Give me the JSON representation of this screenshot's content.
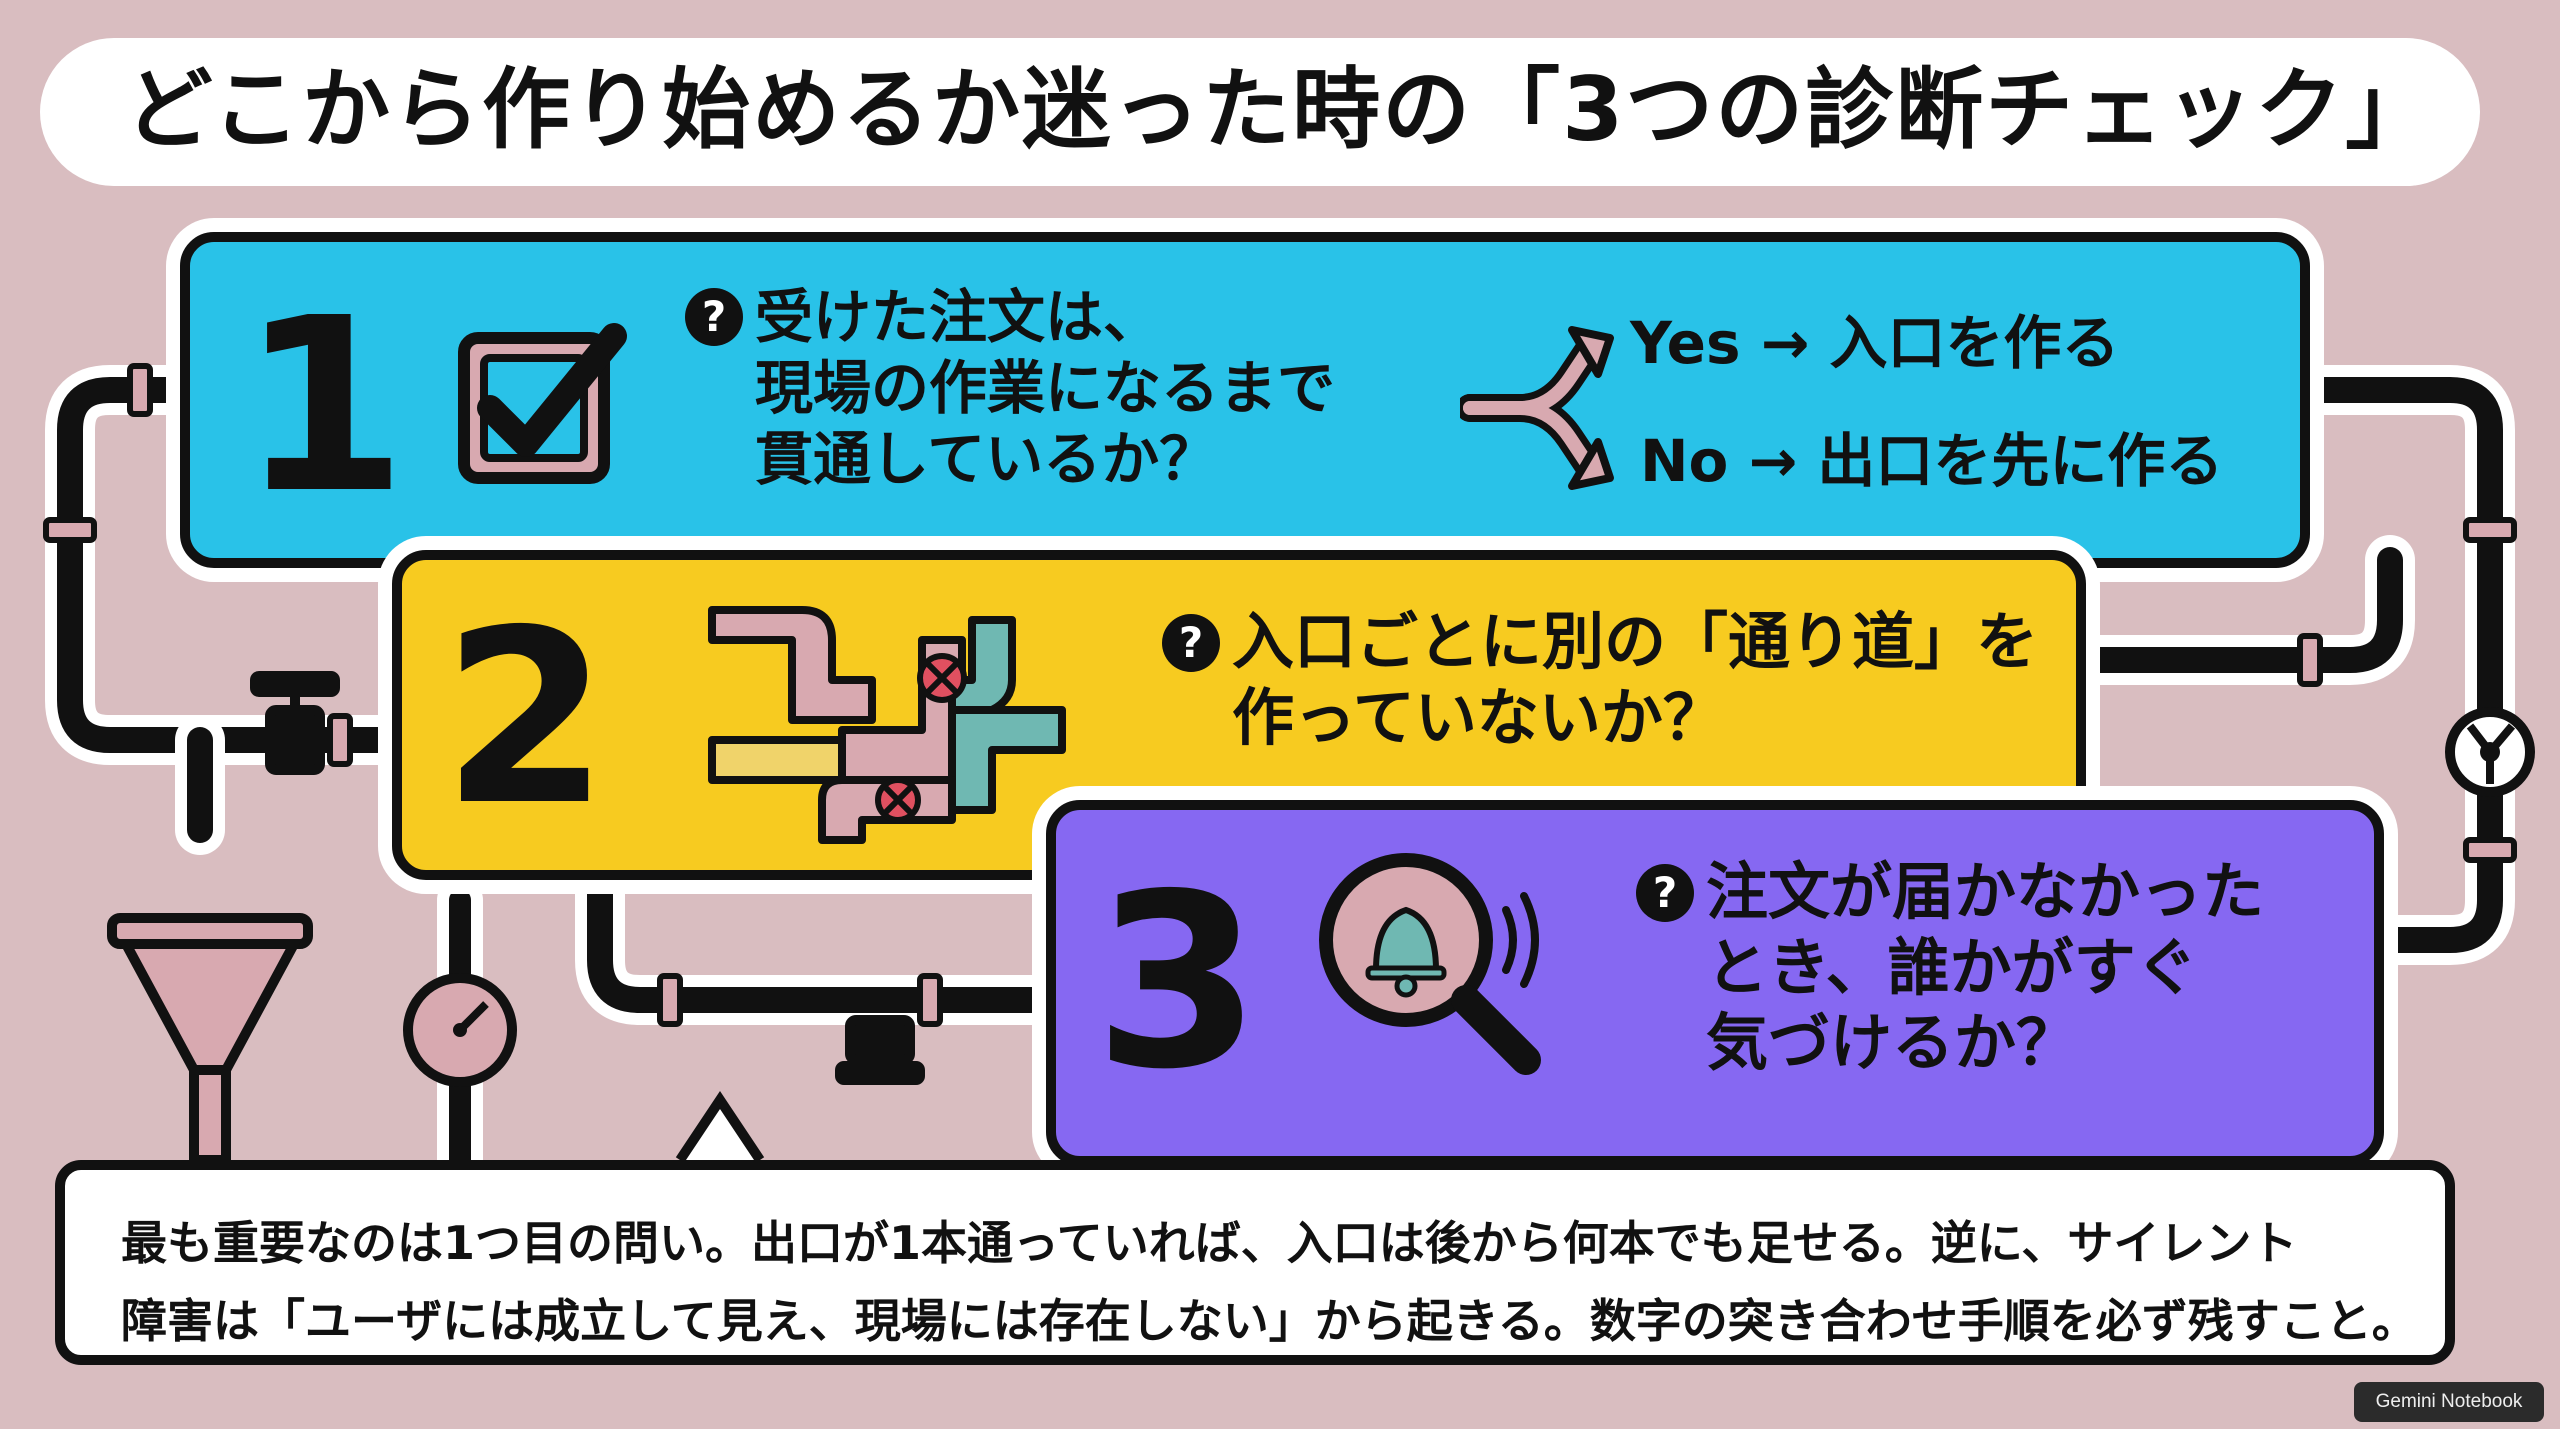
{
  "title": "どこから作り始めるか迷った時の「3つの診断チェック」",
  "checks": [
    {
      "number": "1",
      "icon": "checkbox-icon",
      "question_lines": [
        "受けた注文は、",
        "現場の作業になるまで",
        "貫通しているか？"
      ],
      "branches": [
        {
          "label": "Yes → 入口を作る"
        },
        {
          "label": "No → 出口を先に作る"
        }
      ],
      "color": "#29c2e8"
    },
    {
      "number": "2",
      "icon": "pipes-icon",
      "question_lines": [
        "入口ごとに別の「通り道」を",
        "作っていないか？"
      ],
      "color": "#f7cb20"
    },
    {
      "number": "3",
      "icon": "bell-magnifier-icon",
      "question_lines": [
        "注文が届かなかった",
        "とき、誰かがすぐ",
        "気づけるか？"
      ],
      "color": "#8668f2"
    }
  ],
  "question_mark": "?",
  "note_lines": [
    "最も重要なのは1つ目の問い。出口が1本通っていれば、入口は後から何本でも足せる。逆に、サイレント",
    "障害は「ユーザには成立して見え、現場には存在しない」から起きる。数字の突き合わせ手順を必ず残すこと。"
  ],
  "footer": "Gemini Notebook",
  "colors": {
    "background": "#d9bdc0",
    "outline": "#111111",
    "pipe_accent": "#d8a9b0"
  }
}
